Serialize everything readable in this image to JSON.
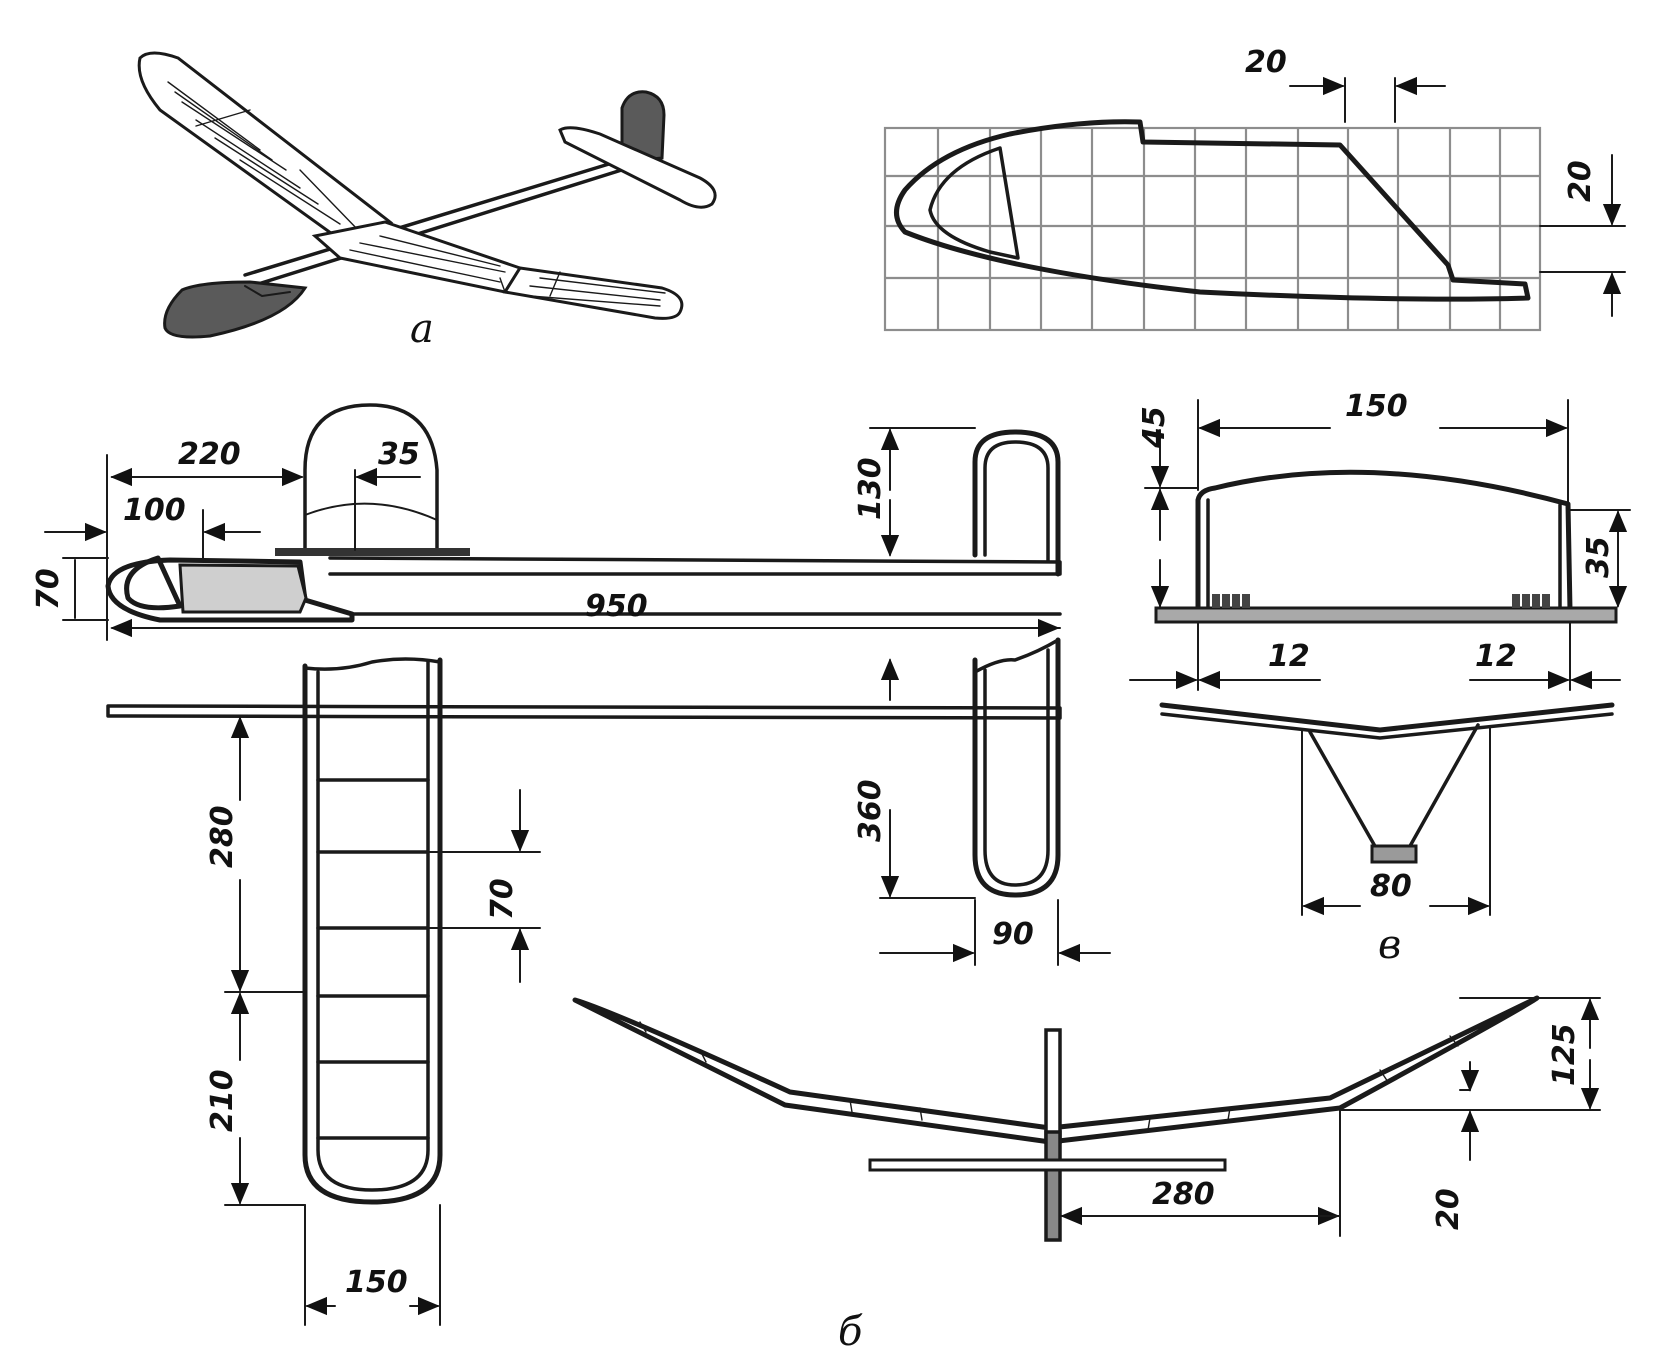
{
  "labels": {
    "fig_a": "а",
    "fig_b": "б",
    "fig_v": "в"
  },
  "dimensions": {
    "rib_pitch": "20",
    "rib_height": "20",
    "nose_220": "220",
    "fin_35": "35",
    "nose_100": "100",
    "nose_70": "70",
    "fuselage_950": "950",
    "stab_130": "130",
    "stab_360": "360",
    "stab_90": "90",
    "wing_280": "280",
    "wing_210": "210",
    "rib_70": "70",
    "wing_150": "150",
    "mount_150": "150",
    "mount_45": "45",
    "mount_35": "35",
    "mount_12_left": "12",
    "mount_12_right": "12",
    "mount_80": "80",
    "front_125": "125",
    "front_20": "20",
    "front_280": "280"
  }
}
